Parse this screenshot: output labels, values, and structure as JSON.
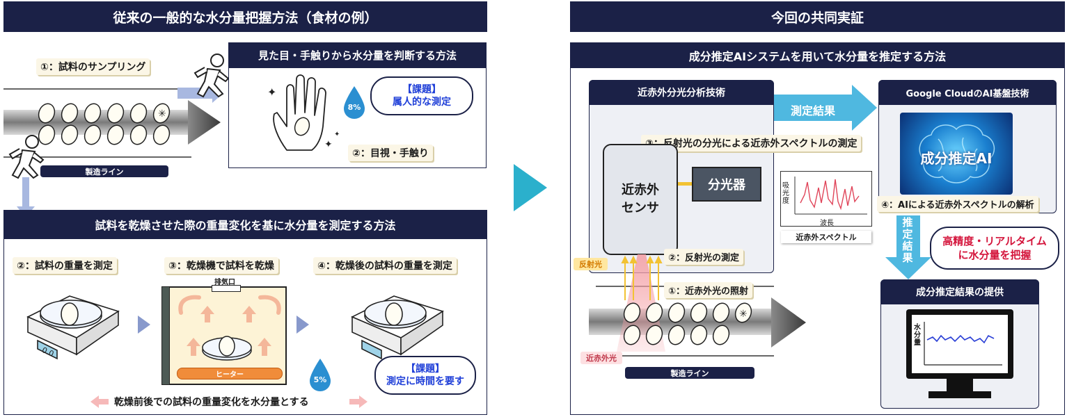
{
  "left": {
    "title": "従来の一般的な水分量把握方法（食材の例）",
    "top_step1": "①：試料のサンプリング",
    "line_label_top": "製造ライン",
    "visual_panel": {
      "title": "見た目・手触りから水分量を判断する方法",
      "drop_label": "8%",
      "issue_line1": "【課題】",
      "issue_line2": "属人的な測定",
      "step2": "②：目視・手触り"
    },
    "dry_panel": {
      "title": "試料を乾燥させた際の重量変化を基に水分量を測定する方法",
      "step2": "②：試料の重量を測定",
      "step3": "③：乾燥機で試料を乾燥",
      "step4": "④：乾燥後の試料の重量を測定",
      "exhaust": "排気口",
      "heater": "ヒーター",
      "scale_display": "0.0",
      "drop_label": "5%",
      "issue_line1": "【課題】",
      "issue_line2": "測定に時間を要す",
      "bottom_note": "乾燥前後での試料の重量変化を水分量とする"
    }
  },
  "right": {
    "title": "今回の共同実証",
    "subtitle": "成分推定AIシステムを用いて水分量を推定する方法",
    "nir_tech": "近赤外分光分析技術",
    "gc_tech": "Google CloudのAI基盤技術",
    "measure_result": "測定結果",
    "step3": "③：反射光の分光による近赤外スペクトルの測定",
    "sensor_line1": "近赤外",
    "sensor_line2": "センサ",
    "spectrometer": "分光器",
    "spectrum_ylabel": "吸光度",
    "spectrum_xlabel": "波長",
    "spectrum_caption": "近赤外スペクトル",
    "ai_label": "成分推定AI",
    "step4": "④：AIによる近赤外スペクトルの解析",
    "estimate_result": "推定結果",
    "callout_line1": "高精度・リアルタイム",
    "callout_line2": "に水分量を把握",
    "reflected_light": "反射光",
    "step2": "②：反射光の測定",
    "step1": "①：近赤外光の照射",
    "nir_light": "近赤外光",
    "line_label": "製造ライン",
    "result_provision": "成分推定結果の提供",
    "monitor_ylabel": "水分量"
  },
  "colors": {
    "navy": "#1b2147",
    "accent_teal": "#2bb0cc",
    "callout_text": "#1f3fd8",
    "callout_text_red": "#d4143b",
    "heater": "#f08c3a"
  }
}
